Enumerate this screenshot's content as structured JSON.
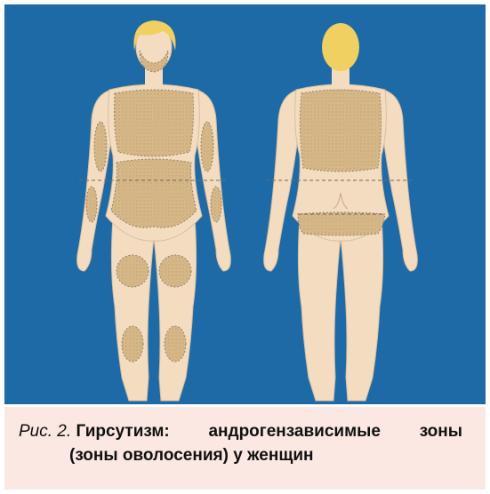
{
  "figure": {
    "background_color": "#1e6aa7",
    "skin_color": "#f3dcc0",
    "hair_color": "#f0d060",
    "zone_color": "#d7b98a",
    "zone_outline_color": "#9a8466",
    "views": [
      "front-view",
      "back-view"
    ]
  },
  "caption": {
    "prefix": "Рис. 2.",
    "word1": "Гирсутизм:",
    "word2": "андрогензависимые",
    "word3": "зоны",
    "line2": "(зоны оволосения) у женщин",
    "background_color": "#fbe8e2"
  }
}
